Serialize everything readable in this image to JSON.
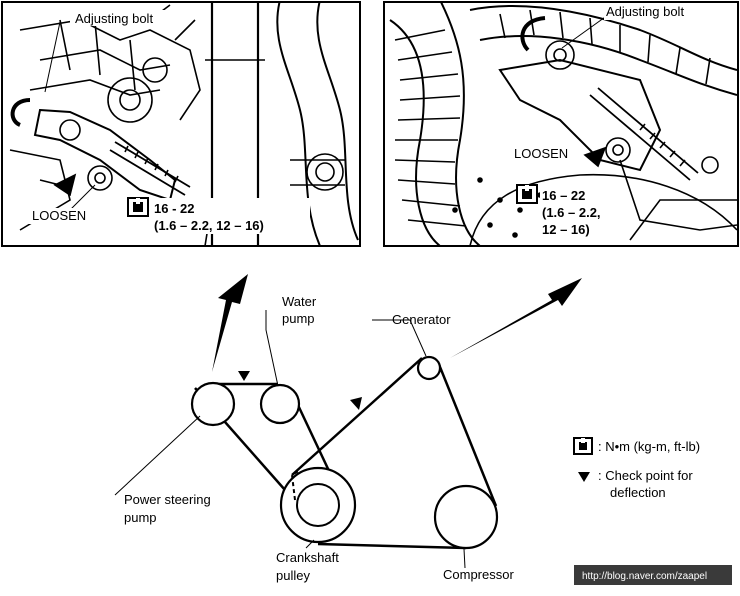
{
  "left_inset": {
    "adjusting_bolt_label": "Adjusting bolt",
    "loosen_label": "LOOSEN",
    "torque_line1": "16 - 22",
    "torque_line2": "(1.6 – 2.2, 12 – 16)"
  },
  "right_inset": {
    "adjusting_bolt_label": "Adjusting bolt",
    "loosen_label": "LOOSEN",
    "torque_line1": "16 – 22",
    "torque_line2": "(1.6 – 2.2,",
    "torque_line3": "12 – 16)"
  },
  "belt_diagram": {
    "water_pump_line1": "Water",
    "water_pump_line2": "pump",
    "generator": "Generator",
    "power_steering_line1": "Power steering",
    "power_steering_line2": "pump",
    "crankshaft_line1": "Crankshaft",
    "crankshaft_line2": "pulley",
    "compressor": "Compressor"
  },
  "legend": {
    "torque_unit": ": N•m (kg-m, ft-lb)",
    "check_point_line1": ": Check point for",
    "check_point_line2": "deflection"
  },
  "watermark": "http://blog.naver.com/zaapel"
}
